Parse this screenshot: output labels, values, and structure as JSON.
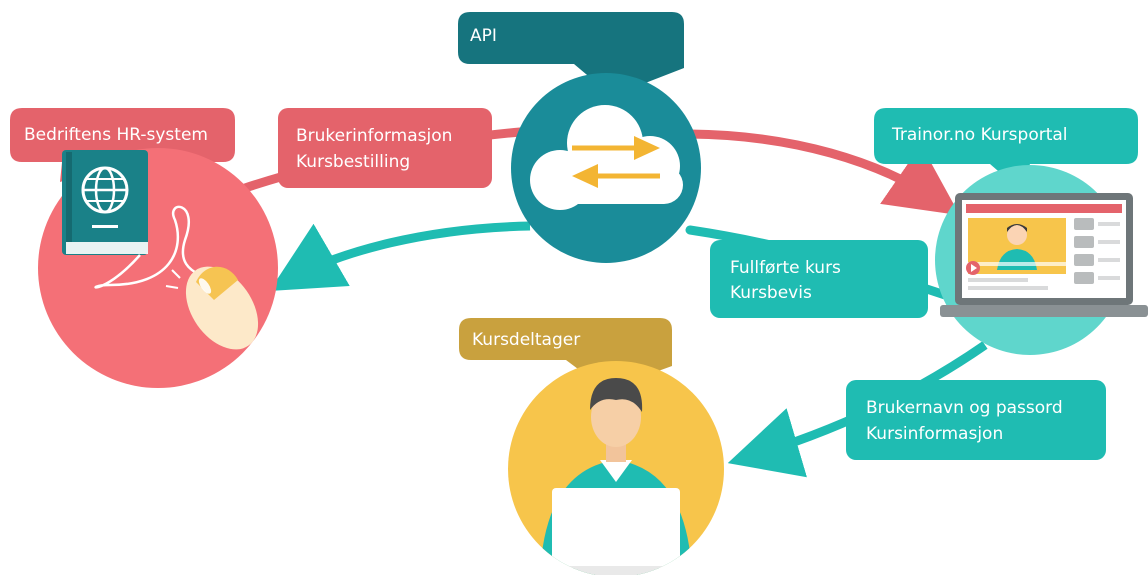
{
  "colors": {
    "red": "#e4636b",
    "red_circle": "#f47077",
    "teal": "#1fbcb2",
    "teal_light": "#5fd6cc",
    "api_dark": "#16747e",
    "api_circle": "#1a8c99",
    "gold": "#c9a13e",
    "yellow": "#f7c54b",
    "arrow_orange": "#f3b533"
  },
  "labels": {
    "api": "API",
    "hr_system": "Bedriftens HR-system",
    "portal": "Trainor.no Kursportal",
    "participant": "Kursdeltager"
  },
  "flows": {
    "to_api": [
      "Brukerinformasjon",
      "Kursbestilling"
    ],
    "from_portal": [
      "Fullførte kurs",
      "Kursbevis"
    ],
    "to_participant": [
      "Brukernavn og passord",
      "Kursinformasjon"
    ]
  },
  "icons": {
    "hr": [
      "book-globe-icon",
      "mouse-icon"
    ],
    "api": [
      "cloud-icon",
      "swap-arrows-icon"
    ],
    "portal": [
      "laptop-icon",
      "video-presenter-icon",
      "play-icon"
    ],
    "participant": [
      "person-at-laptop-icon"
    ]
  }
}
